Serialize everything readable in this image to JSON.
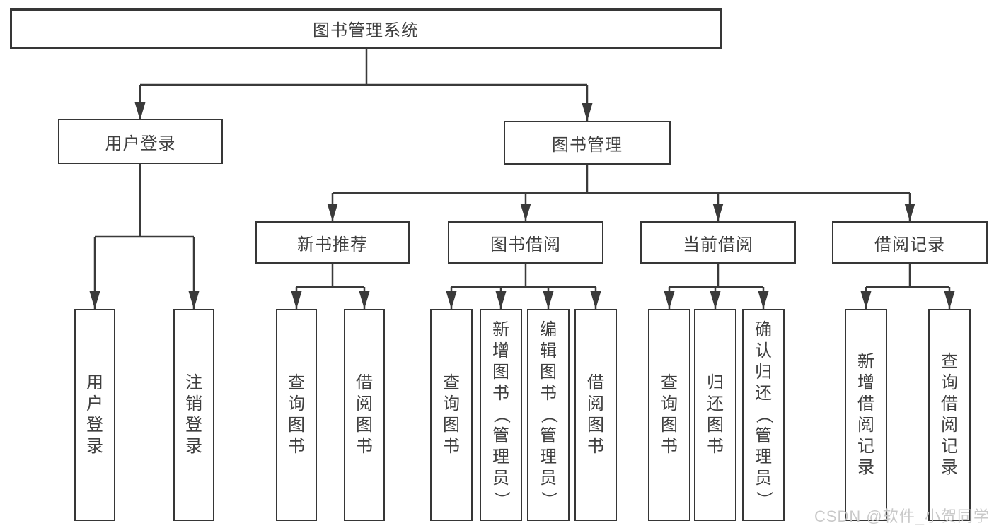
{
  "colors": {
    "background": "#ffffff",
    "line": "#3a3a3a",
    "box_border": "#363636",
    "box_fill": "#ffffff",
    "text": "#3f3f3f",
    "watermark": "#c6c6c6"
  },
  "watermark": "CSDN @软件_小贺同学",
  "diagram": {
    "root": {
      "label": "图书管理系统"
    },
    "level2": {
      "user_login": "用户登录",
      "book_management": "图书管理"
    },
    "level3": {
      "new_book_recommend": "新书推荐",
      "book_borrowing": "图书借阅",
      "current_borrowing": "当前借阅",
      "borrowing_records": "借阅记录"
    },
    "children": {
      "user_login": [
        "用户登录",
        "注销登录"
      ],
      "new_book_recommend": [
        "查询图书",
        "借阅图书"
      ],
      "book_borrowing": [
        "查询图书",
        "新增图书（管理员）",
        "编辑图书（管理员）",
        "借阅图书"
      ],
      "current_borrowing": [
        "查询图书",
        "归还图书",
        "确认归还（管理员）"
      ],
      "borrowing_records": [
        "新增借阅记录",
        "查询借阅记录"
      ]
    }
  }
}
